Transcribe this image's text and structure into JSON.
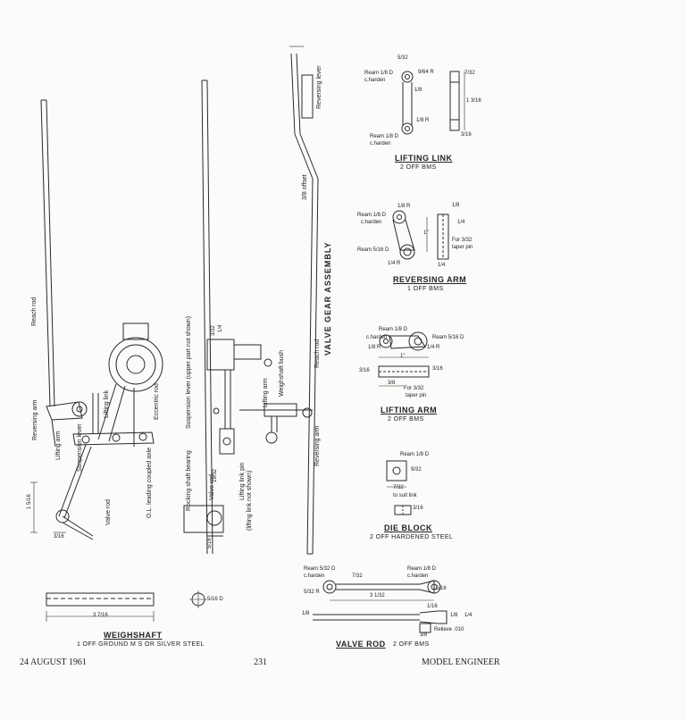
{
  "footer": {
    "date": "24 AUGUST 1961",
    "page": "231",
    "magazine": "MODEL ENGINEER"
  },
  "main": {
    "assembly_title": "VALVE GEAR ASSEMBLY",
    "labels": {
      "reach_rod": "Reach rod",
      "reversing_arm": "Reversing arm",
      "lifting_arm": "Lifting arm",
      "lifting_link": "Lifting link",
      "suspension_lever": "Suspension lever",
      "eccentric_rod": "Eccentric rod",
      "leading_axle": "O.L. leading coupled axle",
      "valve_rod": "Valve rod",
      "suspension_lever_upper": "Suspension lever (upper part not shown)",
      "rocking_shaft_bearing": "Rocking shaft bearing",
      "valve_rod_2": "Valve rod",
      "lifting_link_pin": "Lifting link pin",
      "lifting_link_not_shown": "(lifting link not shown)",
      "lifting_arm_2": "Lifting arm",
      "weighshaft_bush": "Weighshaft bush",
      "reach_rod_2": "Reach rod",
      "reversing_arm_2": "Reversing arm",
      "reversing_lever": "Reversing lever",
      "offset": "3/8 offset",
      "dim_1_5_16": "1 5/16",
      "dim_3_16": "3/16",
      "dim_3_32_a": "3/32",
      "dim_1_4": "1/4",
      "dim_19_32": "19/32",
      "dim_5_16": "5/16"
    }
  },
  "lifting_link": {
    "title": "LIFTING LINK",
    "qty": "2 OFF BMS",
    "ream_top": "Ream 1/8 D",
    "harden_top": "c.harden",
    "dim_5_32": "5/32",
    "dim_9_64r": "9/64 R",
    "dim_1_8": "1/8",
    "dim_1_8r": "1/8 R",
    "ream_bottom": "Ream 1/8 D",
    "harden_bottom": "c.harden",
    "dim_7_32": "7/32",
    "dim_1_3_16": "1 3/16",
    "dim_3_16": "3/16"
  },
  "reversing_arm": {
    "title": "REVERSING ARM",
    "qty": "1 OFF BMS",
    "ream_1_8": "Ream 1/8 D",
    "harden": "c.harden",
    "dim_1_8r": "1/8 R",
    "dim_1": "1\"",
    "ream_5_16": "Ream 5/16 D",
    "dim_1_4r": "1/4 R",
    "dim_1_8": "1/8",
    "dim_1_4": "1/4",
    "for_pin": "For 3/32",
    "taper_pin": "taper pin",
    "dim_1_4_b": "1/4"
  },
  "lifting_arm": {
    "title": "LIFTING ARM",
    "qty": "2 OFF BMS",
    "ream_1_8": "Ream 1/8 D",
    "harden": "c.harden",
    "dim_1_8r": "1/8 R",
    "ream_5_16": "Ream 5/16 D",
    "dim_1_4r": "1/4 R",
    "dim_1": "1\"",
    "dim_3_16_a": "3/16",
    "dim_3_8": "3/8",
    "dim_3_16_b": "3/16",
    "for_pin": "For 3/32",
    "taper_pin": "taper pin"
  },
  "die_block": {
    "title": "DIE BLOCK",
    "qty": "2 OFF HARDENED STEEL",
    "ream": "Ream 1/8 D",
    "dim_9_32": "9/32",
    "dim_7_32": "7/32",
    "suit_link": "to suit link",
    "dim_3_16": "3/16"
  },
  "valve_rod": {
    "title": "VALVE ROD",
    "qty": "2 OFF BMS",
    "ream_5_32": "Ream 5/32 D",
    "harden_a": "c.harden",
    "dim_5_32r": "5/32 R",
    "dim_7_32": "7/32",
    "ream_1_8": "Ream 1/8 D",
    "harden_b": "c.harden",
    "dim_5_16": "5/16",
    "dim_3_1_32": "3 1/32",
    "dim_1_8": "1/8",
    "dim_1_16": "1/16",
    "dim_1_8_b": "1/8",
    "dim_1_4": "1/4",
    "relieve": "Relieve .010",
    "dim_3_8": "3/8"
  },
  "weighshaft": {
    "title": "WEIGHSHAFT",
    "qty": "1 OFF GROUND M S OR SILVER STEEL",
    "dim_length": "3 7/16",
    "dim_dia": "5/16 D"
  }
}
